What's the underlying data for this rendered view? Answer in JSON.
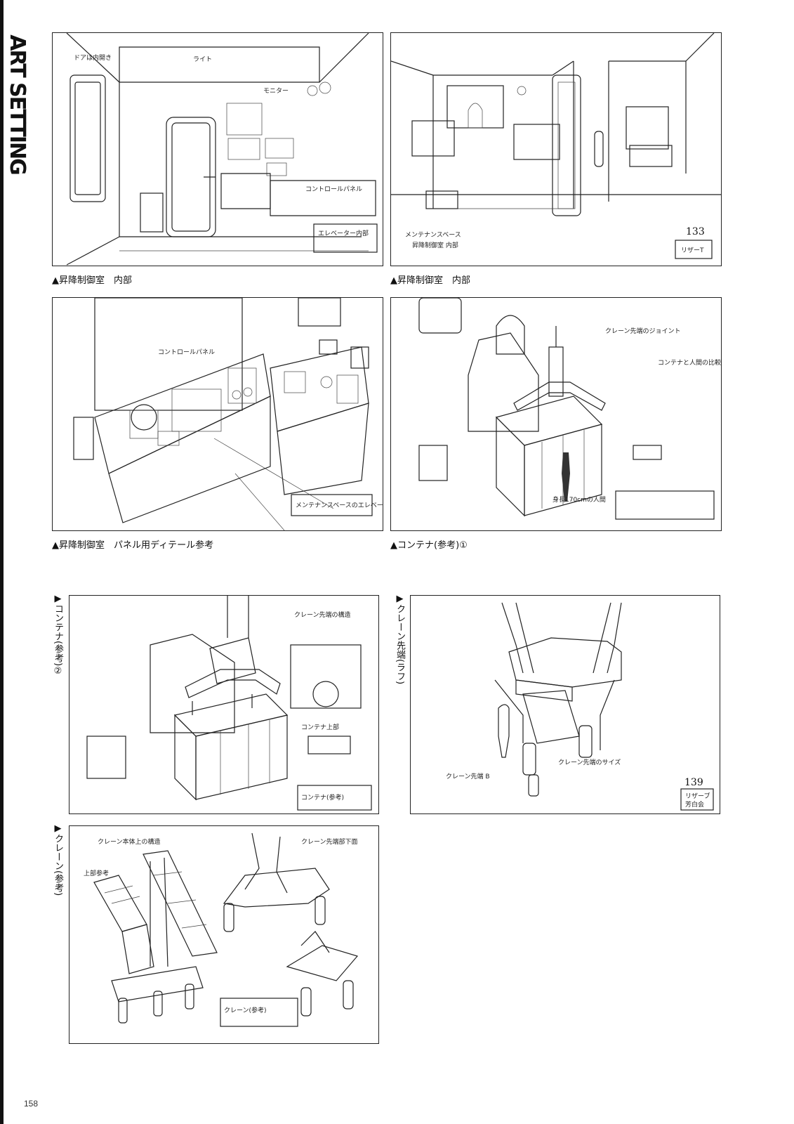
{
  "page": {
    "section_label": "ART SETTING",
    "page_number": "158"
  },
  "captions": {
    "p1": "▲昇降制御室　内部",
    "p2": "▲昇降制御室　内部",
    "p3": "▲昇降制御室　パネル用ディテール参考",
    "p4": "▲コンテナ(参考)①",
    "p5": "▶コンテナ(参考)②",
    "p6": "▶クレーン先端(ラフ)",
    "p7": "▶クレーン(参考)"
  },
  "sheet_stamps": {
    "p2_number": "133",
    "p2_label": "リザーT",
    "p6_number": "139",
    "p6_label": "リザーブ",
    "p6_label2": "芳白会"
  }
}
